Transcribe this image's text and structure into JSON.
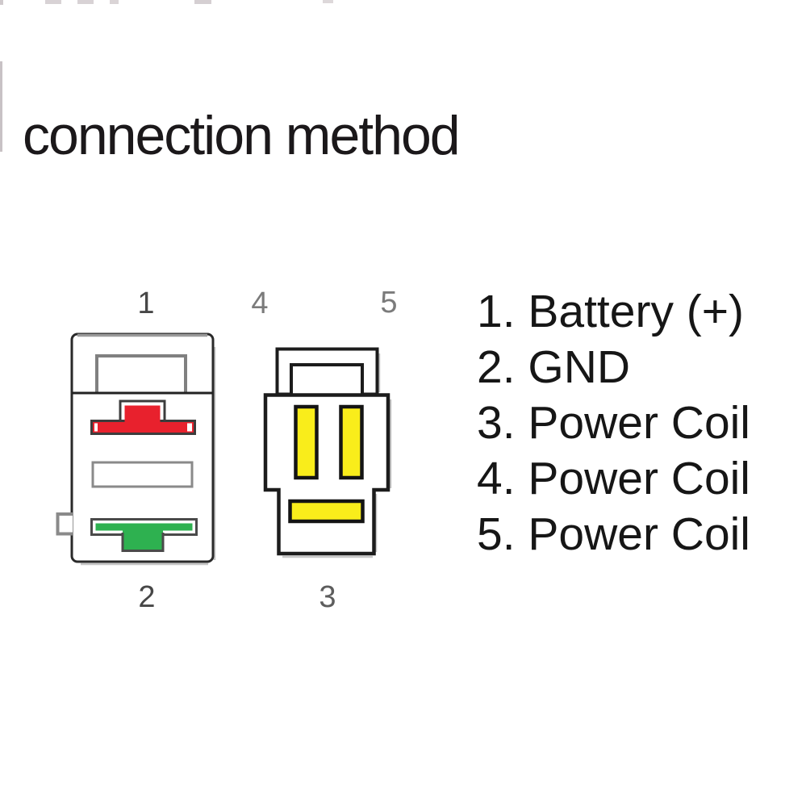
{
  "title": "connection method",
  "legend": {
    "items": [
      "1. Battery (+)",
      "2. GND",
      "3. Power Coil",
      "4. Power Coil",
      "5. Power Coil"
    ]
  },
  "connectors": {
    "left": {
      "top_pin_number": "1",
      "bottom_pin_number": "2"
    },
    "right": {
      "top_left_pin_number": "4",
      "top_right_pin_number": "5",
      "bottom_pin_number": "3"
    }
  },
  "colors": {
    "red": "#e8212d",
    "green": "#2eb150",
    "yellow": "#f9ed1b",
    "outline_dark": "#1d1d1d",
    "outline_gray": "#868686",
    "digit_dark": "#474747",
    "digit_mid": "#5d5d5d",
    "digit_light": "#7b7b7b",
    "text": "#161616"
  }
}
